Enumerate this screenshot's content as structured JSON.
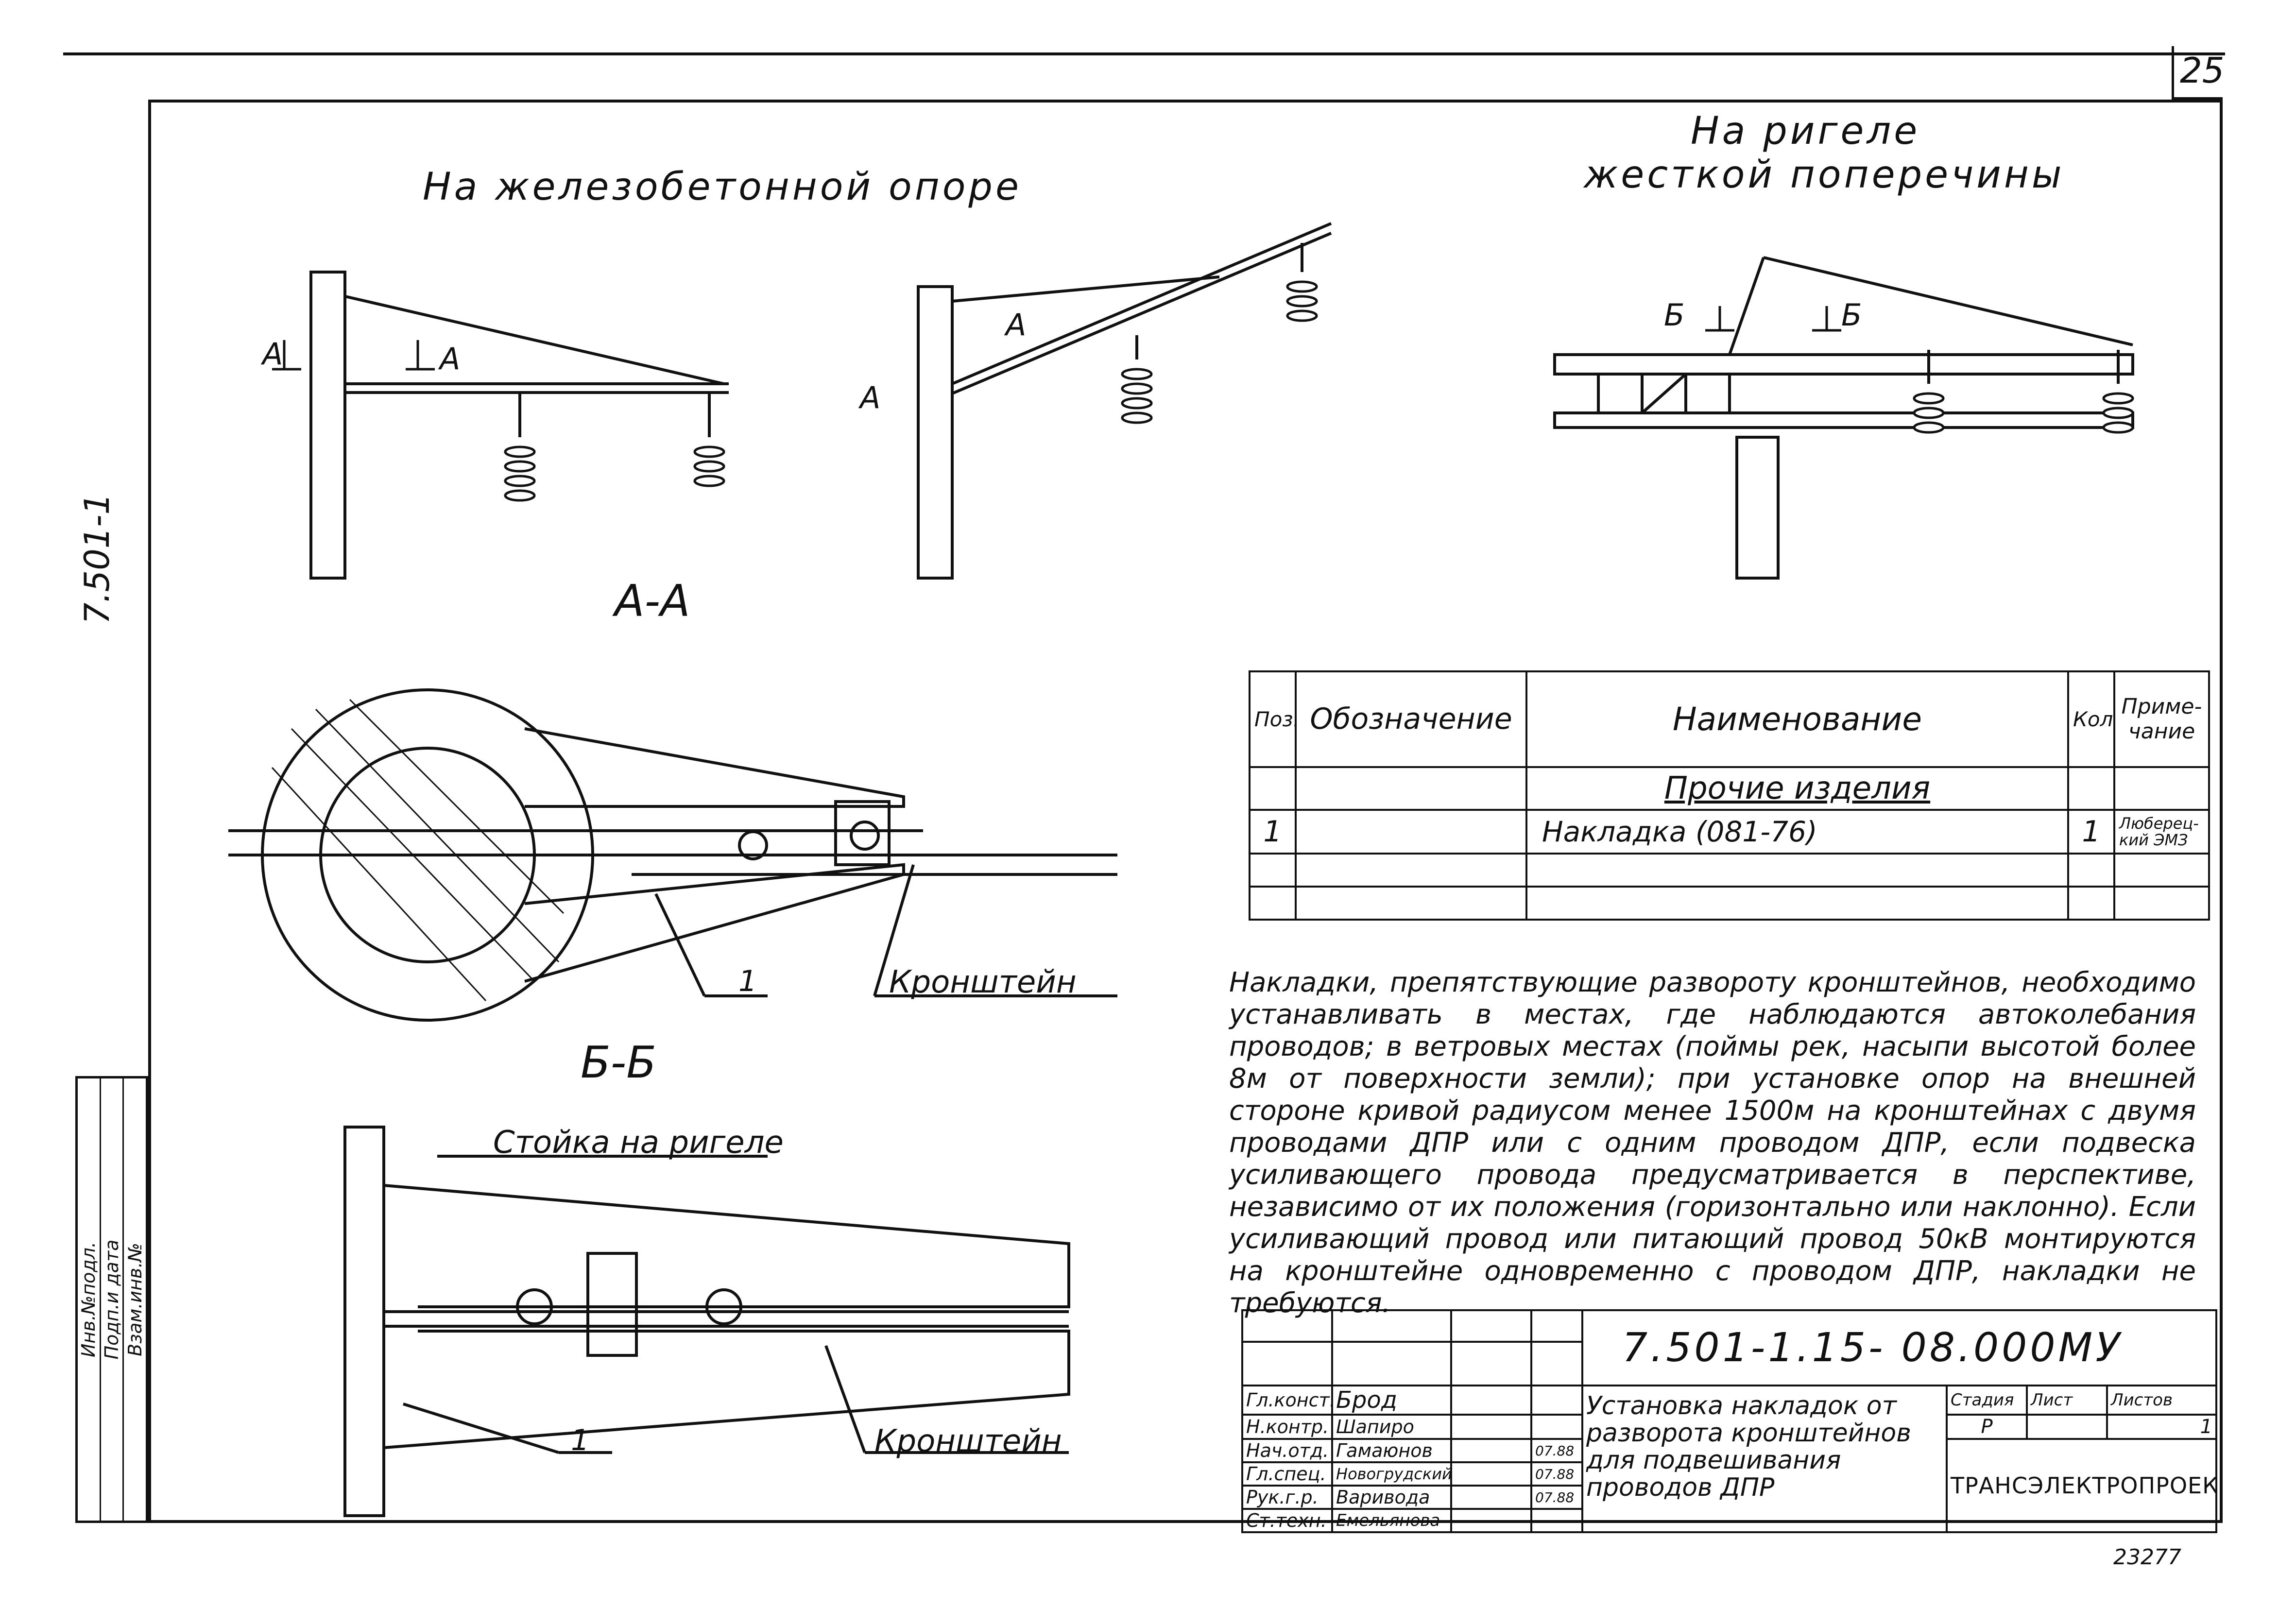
{
  "sheet_number": "25",
  "side_code": "7.501-1",
  "bottom_number": "23277",
  "headers": {
    "rc_pole": "На железобетонной опоре",
    "crossbar_line1": "На ригеле",
    "crossbar_line2": "жесткой поперечины"
  },
  "section_labels": {
    "aa": "А-А",
    "bb": "Б-Б",
    "cut_a": "А",
    "cut_b": "Б"
  },
  "callouts": {
    "bracket": "Кронштейн",
    "bracket_bb": "Кронштейн",
    "stand": "Стойка на ригеле",
    "pos_aa": "1",
    "pos_bb": "1"
  },
  "spec_table": {
    "headers": [
      "Поз.",
      "Обозначение",
      "Наименование",
      "Кол.",
      "Приме-\nчание"
    ],
    "section": "Прочие изделия",
    "rows": [
      {
        "pos": "1",
        "designation": "",
        "name": "Накладка (081-76)",
        "qty": "1",
        "note": "Люберец-\nкий ЭМЗ"
      }
    ]
  },
  "note_text": "Накладки, препятствующие развороту кронштейнов, необходимо устанавливать в местах, где наблюдаются автоколебания проводов; в ветровых местах (поймы рек, насыпи высотой более 8м от поверхности земли); при установке опор на внешней стороне кривой радиусом менее 1500м на кронштейнах с двумя проводами ДПР или с одним проводом ДПР, если подвеска усиливающего провода предусматривается в перспективе, независимо от их положения (горизонтально или наклонно). Если усиливающий провод или питающий провод 50кВ монтируются на кронштейне одновременно с проводом ДПР, накладки не требуются.",
  "title_block": {
    "doc_code": "7.501-1.15- 08.000МУ",
    "roles": [
      "Гл.конст.",
      "Н.контр.",
      "Нач.отд.",
      "Гл.спец.",
      "Рук.г.р.",
      "Ст.техн."
    ],
    "names": [
      "Брод",
      "Шапиро",
      "Гамаюнов",
      "Новогрудский",
      "Варивода",
      "Емельянова"
    ],
    "dates": [
      "",
      "",
      "07.88",
      "07.88",
      "07.88",
      ""
    ],
    "title": "Установка накладок от разворота кронштейнов для подвешивания проводов ДПР",
    "stage_label": "Стадия",
    "sheet_label": "Лист",
    "sheets_label": "Листов",
    "stage": "Р",
    "sheets": "1",
    "org": "ТРАНСЭЛЕКТРОПРОЕКТ"
  },
  "left_strip": [
    "Инв.№подл.",
    "Подп.и дата",
    "Взам.инв.№"
  ]
}
